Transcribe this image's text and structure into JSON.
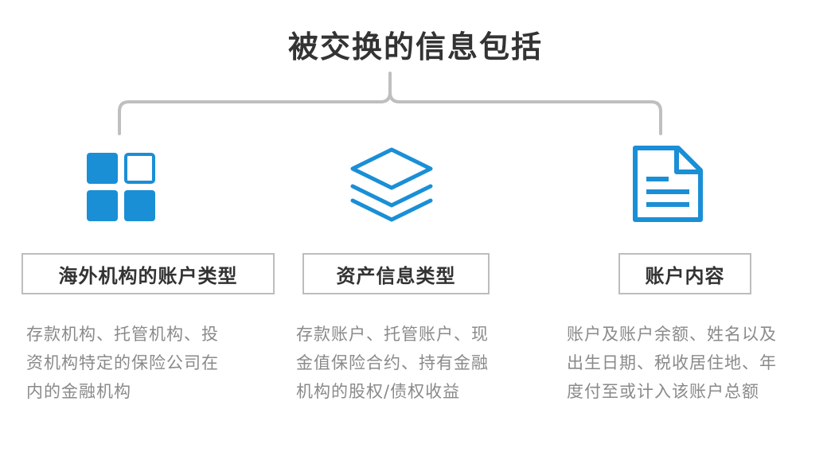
{
  "title": "被交换的信息包括",
  "colors": {
    "accent": "#1a8fd6",
    "bracket": "#bfbfbf",
    "box_border": "#bdbdbd",
    "heading_text": "#333333",
    "desc_text": "#8a8a8a"
  },
  "columns": [
    {
      "icon": "grid-tiles-icon",
      "label": "海外机构的账户类型",
      "lines": [
        "存款机构、托管机构、投",
        "资机构特定的保险公司在",
        "内的金融机构"
      ]
    },
    {
      "icon": "stacked-layers-icon",
      "label": "资产信息类型",
      "lines": [
        "存款账户、托管账户、现",
        "金值保险合约、持有金融",
        "机构的股权/债权收益"
      ]
    },
    {
      "icon": "document-icon",
      "label": "账户内容",
      "lines": [
        "账户及账户余额、姓名以及",
        "出生日期、税收居住地、年",
        "度付至或计入该账户总额"
      ]
    }
  ]
}
